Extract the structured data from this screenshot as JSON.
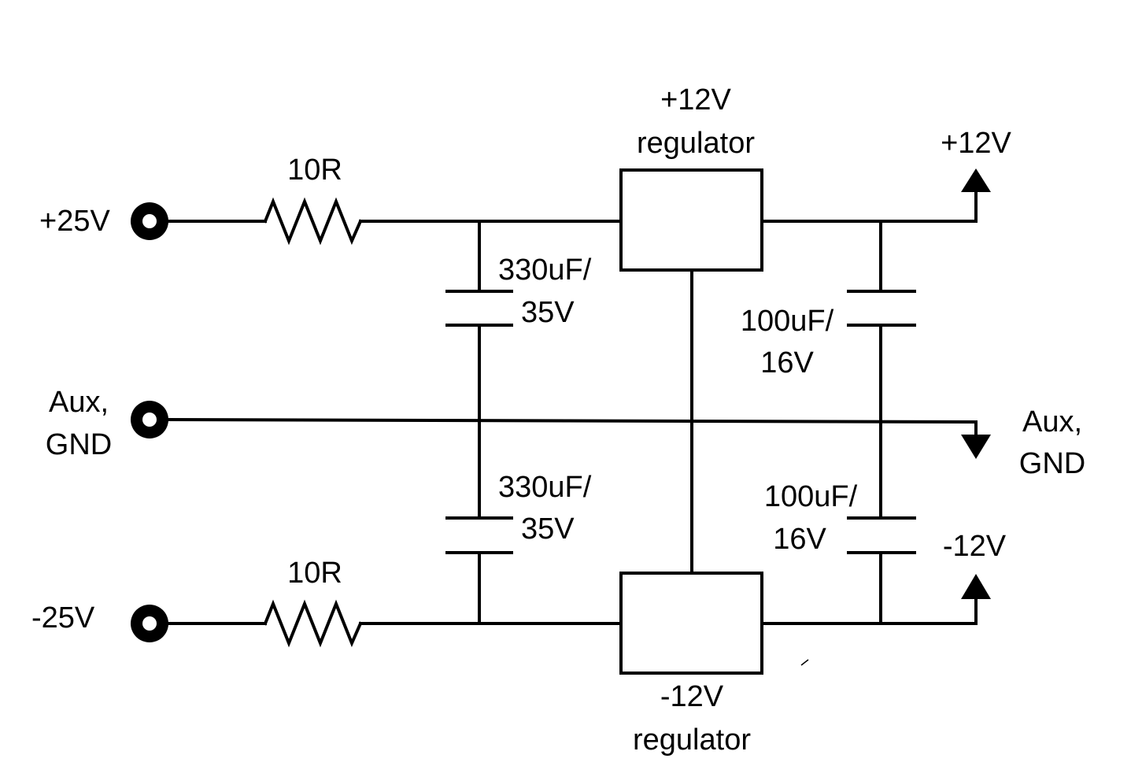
{
  "terminals": {
    "pos_in": "+25V",
    "aux_in_line1": "Aux,",
    "aux_in_line2": "GND",
    "neg_in": "-25V"
  },
  "resistors": {
    "top": "10R",
    "bottom": "10R"
  },
  "input_caps": {
    "top_line1": "330uF/",
    "top_line2": "35V",
    "bottom_line1": "330uF/",
    "bottom_line2": "35V"
  },
  "regulators": {
    "pos_line1": "+12V",
    "pos_line2": "regulator",
    "neg_line1": "-12V",
    "neg_line2": "regulator"
  },
  "output_caps": {
    "top_line1": "100uF/",
    "top_line2": "16V",
    "bottom_line1": "100uF/",
    "bottom_line2": "16V"
  },
  "outputs": {
    "pos_out": "+12V",
    "aux_out_line1": "Aux,",
    "aux_out_line2": "GND",
    "neg_out": "-12V"
  }
}
